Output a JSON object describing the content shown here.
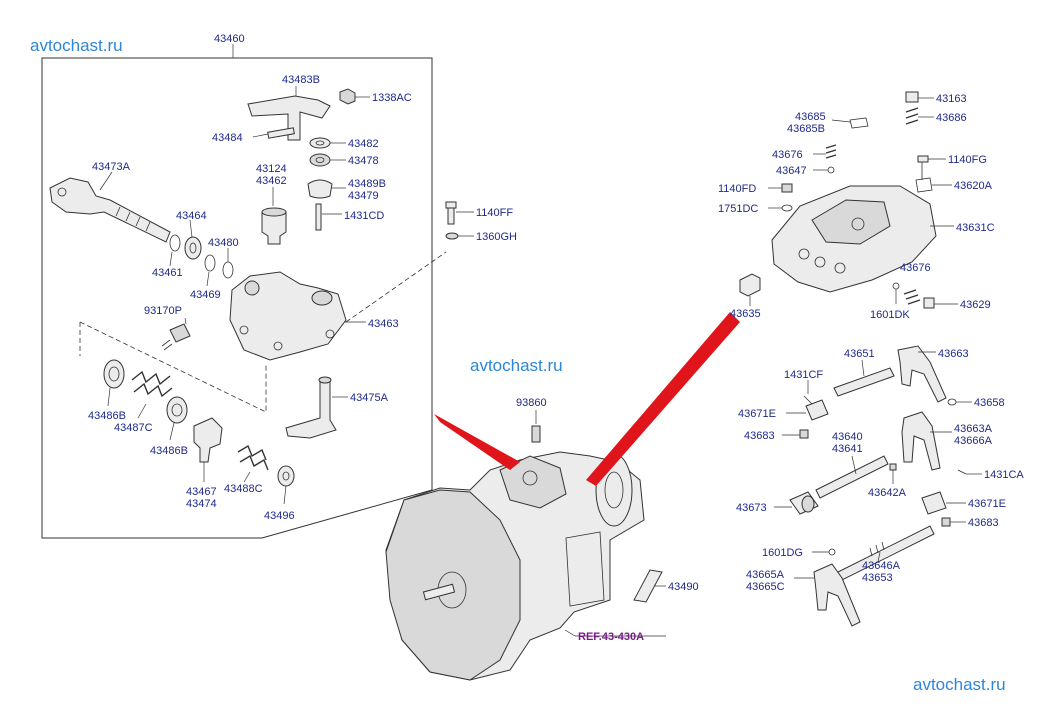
{
  "watermarks": [
    "avtochast.ru",
    "avtochast.ru",
    "avtochast.ru"
  ],
  "reference": "REF.43-430A",
  "labels": {
    "p43460": "43460",
    "p43483B": "43483B",
    "p1338AC": "1338AC",
    "p43484": "43484",
    "p43482": "43482",
    "p43478": "43478",
    "p43124": "43124",
    "p43462": "43462",
    "p43489B": "43489B",
    "p43479": "43479",
    "p43473A": "43473A",
    "p1431CD": "1431CD",
    "p43464": "43464",
    "p43480": "43480",
    "p43461": "43461",
    "p43469": "43469",
    "p93170P": "93170P",
    "p43463": "43463",
    "p43486B_1": "43486B",
    "p43487C": "43487C",
    "p43475A": "43475A",
    "p43486B_2": "43486B",
    "p43467": "43467",
    "p43474": "43474",
    "p43488C": "43488C",
    "p43496": "43496",
    "p1140FF": "1140FF",
    "p1360GH": "1360GH",
    "p93860": "93860",
    "p43490": "43490",
    "p43163": "43163",
    "p43686": "43686",
    "p43685": "43685",
    "p43685B": "43685B",
    "p43676_1": "43676",
    "p43647": "43647",
    "p1140FG": "1140FG",
    "p43620A": "43620A",
    "p1140FD": "1140FD",
    "p1751DC": "1751DC",
    "p43631C": "43631C",
    "p43676_2": "43676",
    "p43635": "43635",
    "p1601DK": "1601DK",
    "p43629": "43629",
    "p43651": "43651",
    "p43663": "43663",
    "p1431CF": "1431CF",
    "p43671E_1": "43671E",
    "p43658": "43658",
    "p43683_1": "43683",
    "p43640": "43640",
    "p43641": "43641",
    "p43663A": "43663A",
    "p43666A": "43666A",
    "p1431CA": "1431CA",
    "p43642A": "43642A",
    "p43673": "43673",
    "p43671E_2": "43671E",
    "p43683_2": "43683",
    "p1601DG": "1601DG",
    "p43646A": "43646A",
    "p43653": "43653",
    "p43665A": "43665A",
    "p43665C": "43665C"
  }
}
